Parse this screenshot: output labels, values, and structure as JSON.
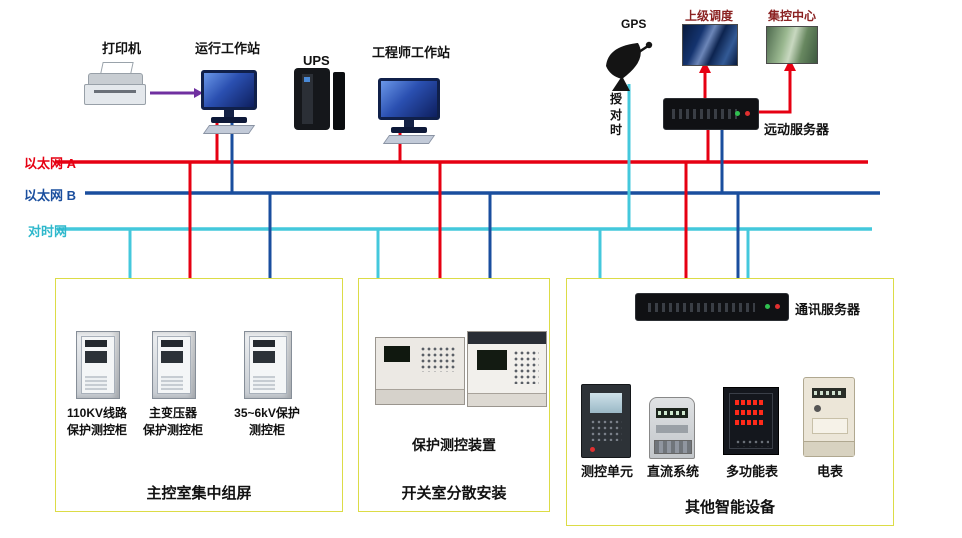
{
  "colors": {
    "ethernet_a": "#e60012",
    "ethernet_b": "#1a4e9e",
    "time_net": "#44c8dc",
    "printer_link": "#7030a0",
    "box_border": "#dcdc46",
    "remote_label_text": "#8b2222"
  },
  "top": {
    "printer_label": "打印机",
    "operator_ws_label": "运行工作站",
    "ups_label": "UPS",
    "engineer_ws_label": "工程师工作站",
    "gps_label": "GPS",
    "gps_timing_label": "授对时",
    "superior_dispatch_label": "上级调度",
    "control_center_label": "集控中心",
    "rtu_server_label": "远动服务器"
  },
  "networks": {
    "ethernet_a_label": "以太网 A",
    "ethernet_b_label": "以太网 B",
    "time_net_label": "对时网"
  },
  "box1": {
    "cabinets": [
      {
        "line1": "110KV线路",
        "line2": "保护测控柜"
      },
      {
        "line1": "主变压器",
        "line2": "保护测控柜"
      },
      {
        "line1": "35~6kV保护",
        "line2": "测控柜"
      }
    ],
    "title": "主控室集中组屏"
  },
  "box2": {
    "device_label": "保护测控装置",
    "title": "开关室分散安装"
  },
  "box3": {
    "comm_server_label": "通讯服务器",
    "devices": [
      "测控单元",
      "直流系统",
      "多功能表",
      "电表"
    ],
    "title": "其他智能设备"
  }
}
